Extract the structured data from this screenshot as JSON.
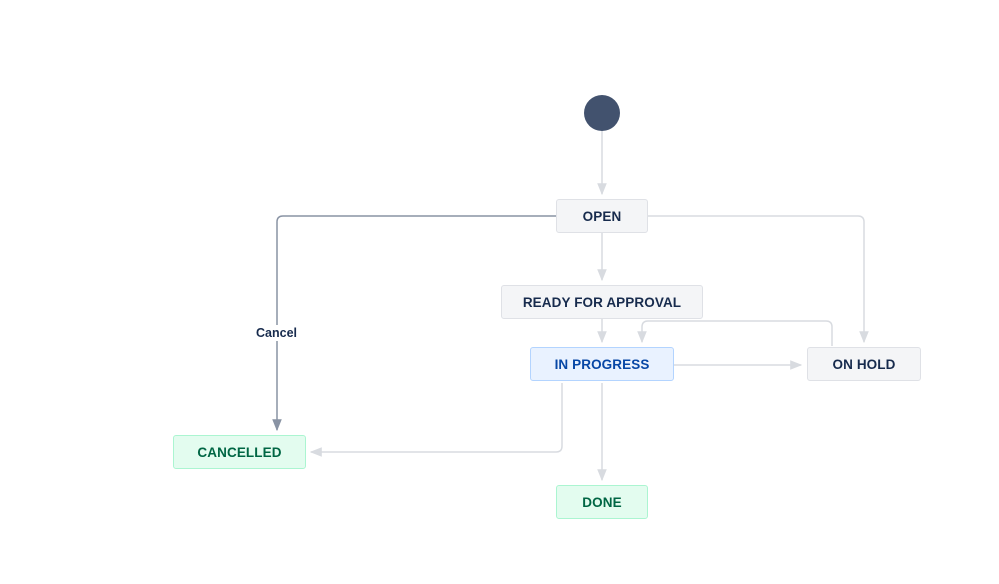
{
  "statuses": {
    "open": "OPEN",
    "ready_for_approval": "READY FOR APPROVAL",
    "in_progress": "IN PROGRESS",
    "on_hold": "ON HOLD",
    "cancelled": "CANCELLED",
    "done": "DONE"
  },
  "transitions": {
    "cancel_label": "Cancel"
  },
  "colors": {
    "start_node": "#42526e",
    "todo_bg": "#f4f5f7",
    "in_progress_bg": "#e9f2ff",
    "done_bg": "#e3fcef",
    "edge_default": "#d8dbe0",
    "edge_highlight": "#8993a4"
  }
}
